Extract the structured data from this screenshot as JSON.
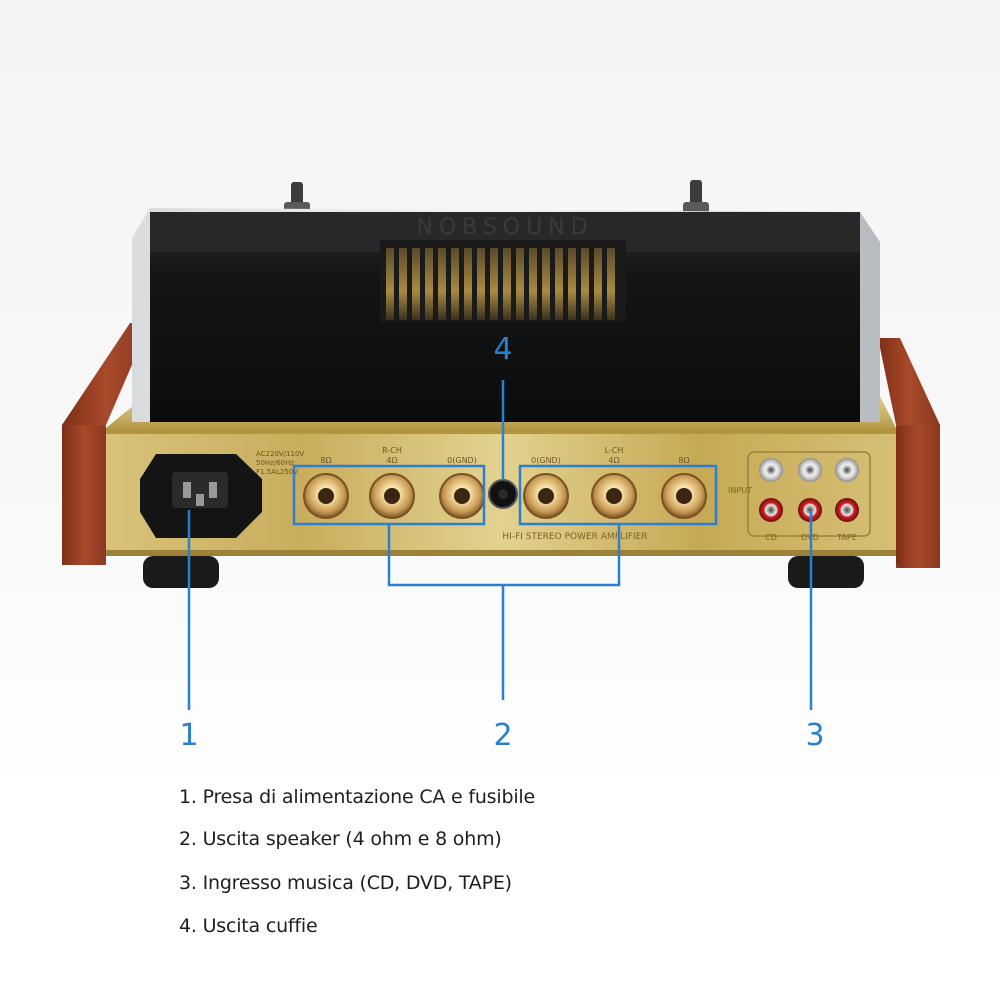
{
  "callouts": [
    {
      "number": "1"
    },
    {
      "number": "2"
    },
    {
      "number": "3"
    },
    {
      "number": "4"
    }
  ],
  "device_labels": {
    "left_group_top": [
      "8Ω",
      "R-CH",
      "0(GND)"
    ],
    "right_group_top": [
      "0(GND)",
      "L-CH",
      "8Ω"
    ],
    "ch_sub": "4Ω",
    "input_side": "INPUT",
    "input_bottom": [
      "CD",
      "DVD",
      "TAPE"
    ],
    "panel_title": "HI-FI STEREO POWER AMPLIFIER",
    "power_spec": [
      "AC220V/110V",
      "50Hz/60Hz",
      "F1.5AL250V"
    ],
    "brand": "NOBSOUND"
  },
  "legend": [
    {
      "text": "1. Presa di alimentazione CA e fusibile"
    },
    {
      "text": "2. Uscita speaker (4 ohm e 8 ohm)"
    },
    {
      "text": "3. Ingresso musica (CD, DVD, TAPE)"
    },
    {
      "text": "4. Uscita cuffie"
    }
  ],
  "colors": {
    "callout_blue": "#2a7fd0",
    "gold_panel": "#cdb36a",
    "wood": "#9a3f22",
    "cover_black": "#121314",
    "legend_text": "#1e1e1e"
  }
}
